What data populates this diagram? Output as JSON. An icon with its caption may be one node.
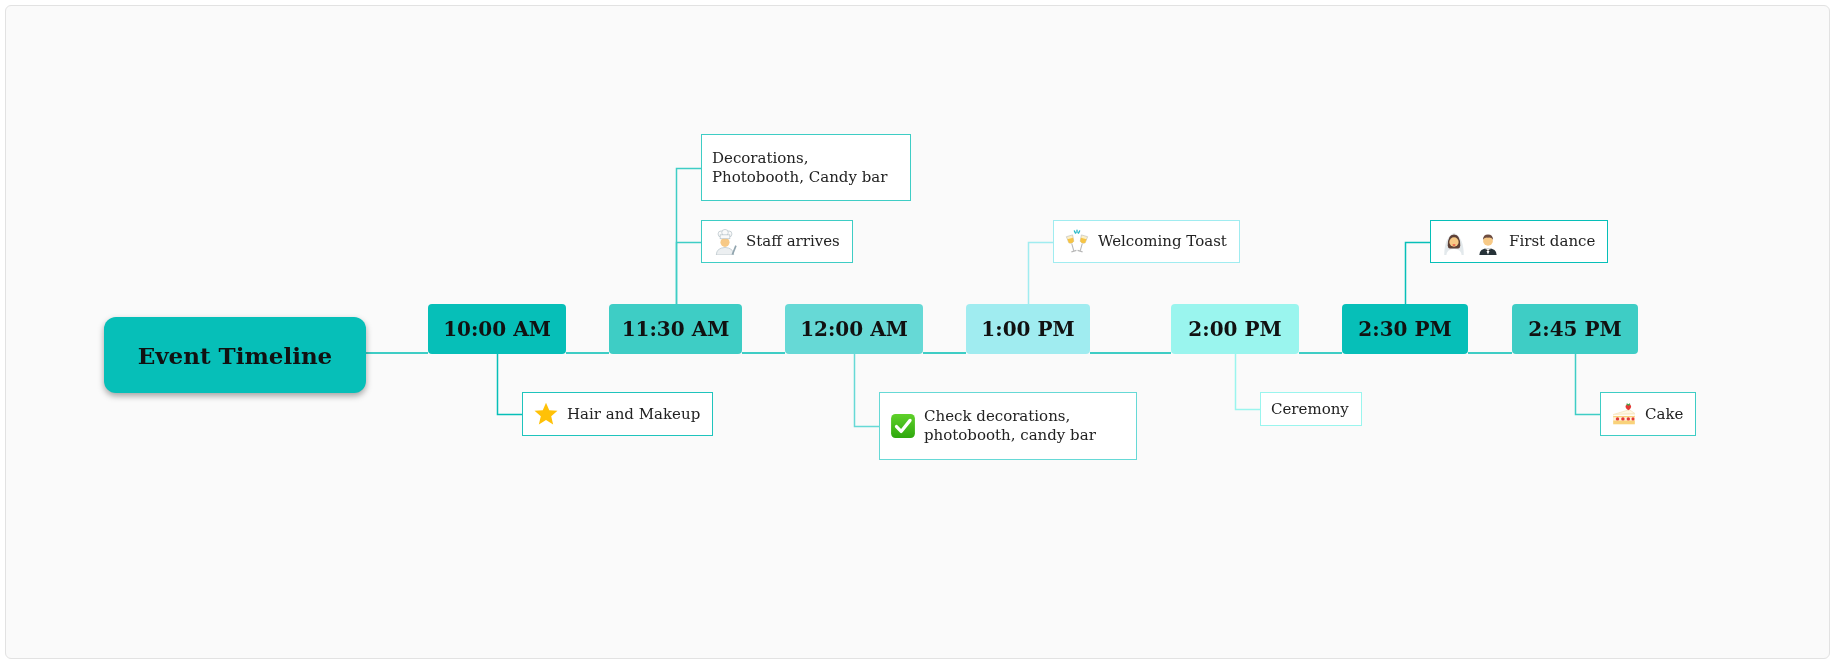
{
  "diagram": {
    "nodes": [
      {
        "text": [
          "Event Timeline"
        ]
      },
      {
        "text": [
          "10:00 AM"
        ]
      },
      {
        "text": [
          "Hair and Makeup"
        ]
      },
      {
        "text": [
          "11:30 AM"
        ]
      },
      {
        "text": [
          "Decorations, Photobooth, Candy bar"
        ]
      },
      {
        "text": [
          "Staff arrives"
        ]
      },
      {
        "text": [
          "12:00 AM"
        ]
      },
      {
        "text": [
          "Check decorations, photobooth, candy bar"
        ]
      },
      {
        "text": [
          "1:00 PM"
        ]
      },
      {
        "text": [
          "Welcoming Toast"
        ]
      },
      {
        "text": [
          "2:00 PM"
        ]
      },
      {
        "text": [
          "Ceremony"
        ]
      },
      {
        "text": [
          "2:30 PM"
        ]
      },
      {
        "text": [
          "First dance"
        ]
      },
      {
        "text": [
          "2:45 PM"
        ]
      },
      {
        "text": [
          "Cake"
        ]
      }
    ],
    "edges": [
      {
        "from": 0,
        "to": 1,
        "arrow": "none"
      },
      {
        "from": 1,
        "to": 2,
        "arrow": "none",
        "color": "#06bfb8"
      },
      {
        "from": 1,
        "to": 3,
        "arrow": "none"
      },
      {
        "from": 3,
        "to": 4,
        "arrow": "none"
      },
      {
        "from": 3,
        "to": 5,
        "arrow": "none"
      },
      {
        "from": 3,
        "to": 6,
        "arrow": "none"
      },
      {
        "from": 6,
        "to": 7,
        "arrow": "none",
        "color": "#66d9d6"
      },
      {
        "from": 6,
        "to": 8,
        "arrow": "none"
      },
      {
        "from": 8,
        "to": 9,
        "arrow": "none",
        "color": "#a0ecf0"
      },
      {
        "from": 8,
        "to": 10,
        "arrow": "none"
      },
      {
        "from": 10,
        "to": 11,
        "arrow": "none",
        "color": "#9af5ee"
      },
      {
        "from": 10,
        "to": 12,
        "arrow": "none"
      },
      {
        "from": 12,
        "to": 13,
        "arrow": "none",
        "color": "#06bfb8"
      },
      {
        "from": 12,
        "to": 14,
        "arrow": "none"
      },
      {
        "from": 14,
        "to": 15,
        "arrow": "none"
      }
    ]
  }
}
